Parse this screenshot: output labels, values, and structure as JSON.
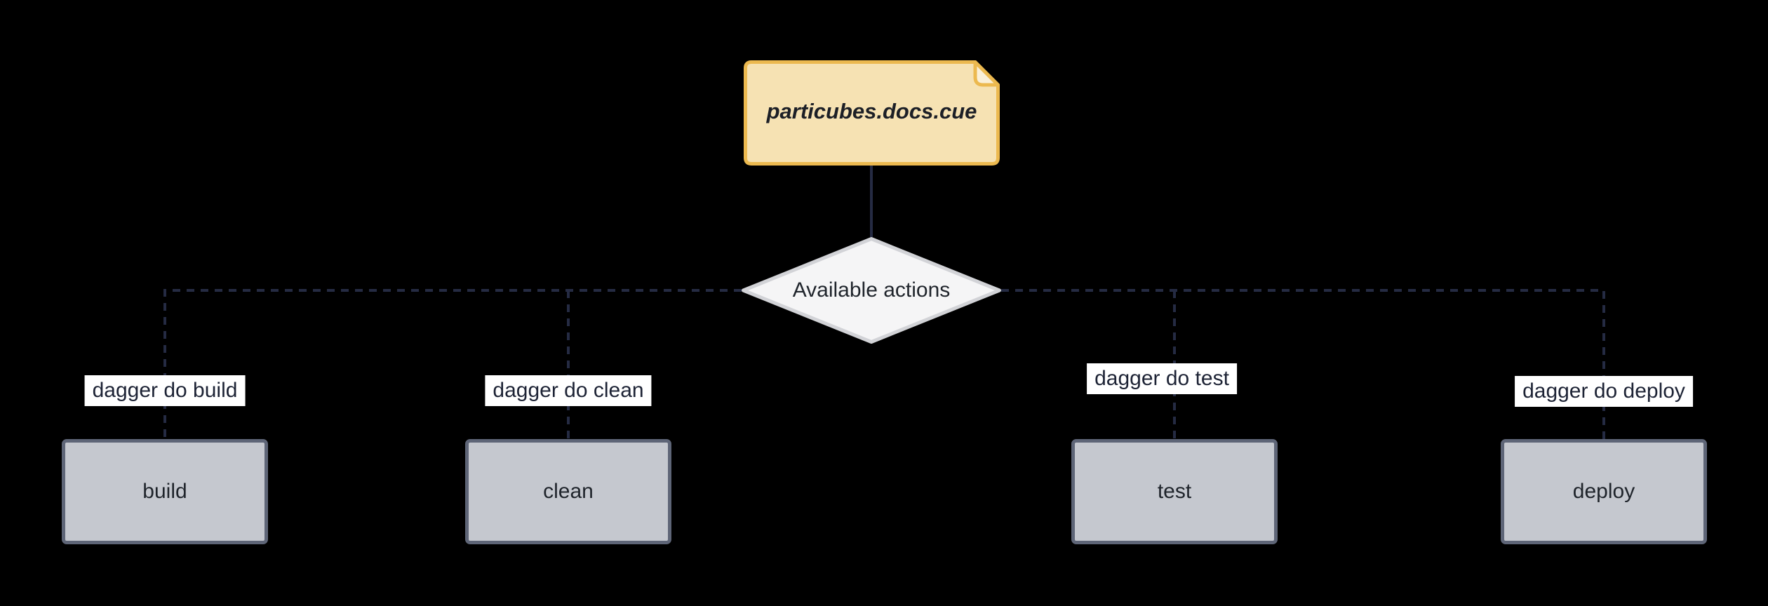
{
  "diagram": {
    "type": "flowchart",
    "file_node": {
      "label": "particubes.docs.cue"
    },
    "decision_node": {
      "label": "Available actions"
    },
    "actions": [
      {
        "id": "build",
        "label": "build",
        "command": "dagger do build"
      },
      {
        "id": "clean",
        "label": "clean",
        "command": "dagger do clean"
      },
      {
        "id": "test",
        "label": "test",
        "command": "dagger do test"
      },
      {
        "id": "deploy",
        "label": "deploy",
        "command": "dagger do deploy"
      }
    ],
    "colors": {
      "background": "#000000",
      "file_fill": "#F6E2B3",
      "file_border": "#ECB94F",
      "file_fold": "#FAF0D8",
      "file_text": "#1C1F26",
      "decision_fill": "#F5F5F6",
      "decision_border": "#D2D3D7",
      "action_fill": "#C5C8CF",
      "action_border": "#5E6577",
      "node_text": "#1F242B",
      "edge": "#252B43",
      "edge_label_bg": "#FFFFFF",
      "edge_label_text": "#1D2335"
    }
  }
}
